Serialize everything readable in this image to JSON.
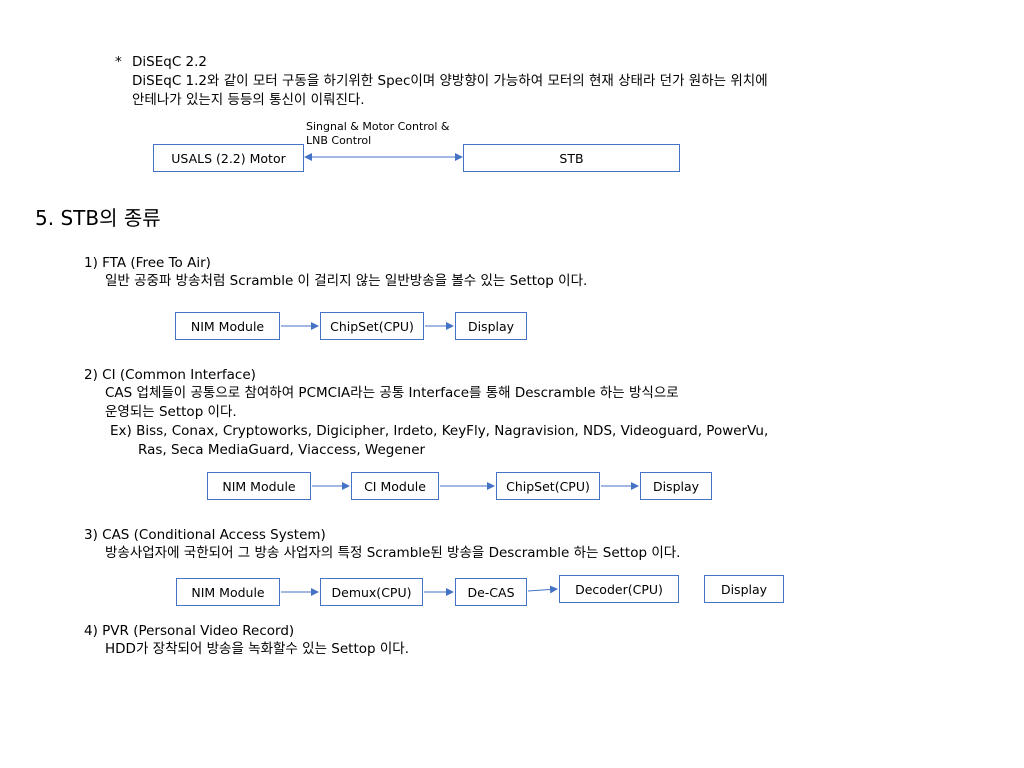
{
  "diseqc": {
    "bullet": "*",
    "heading": "DiSEqC 2.2",
    "desc_line1": "DiSEqC 1.2와 같이 모터 구동을 하기위한 Spec이며 양방향이 가능하여 모터의 현재 상태라 던가 원하는 위치에",
    "desc_line2": "안테나가 있는지 등등의 통신이 이뤄진다.",
    "arrow_label_line1": "Singnal & Motor Control &",
    "arrow_label_line2": "LNB Control",
    "box_motor": "USALS (2.2) Motor",
    "box_stb": "STB"
  },
  "section": {
    "title": "5. STB의 종류"
  },
  "fta": {
    "heading": "1) FTA (Free To Air)",
    "desc": "일반 공중파 방송처럼 Scramble 이 걸리지 않는 일반방송을 볼수 있는 Settop 이다.",
    "flow": [
      "NIM Module",
      "ChipSet(CPU)",
      "Display"
    ]
  },
  "ci": {
    "heading": "2) CI (Common Interface)",
    "desc_line1": "CAS 업체들이 공통으로 참여하여 PCMCIA라는 공통 Interface를 통해 Descramble 하는 방식으로",
    "desc_line2": "운영되는 Settop 이다.",
    "ex_line1": "Ex) Biss, Conax, Cryptoworks, Digicipher, Irdeto, KeyFly, Nagravision, NDS, Videoguard, PowerVu,",
    "ex_line2": "Ras, Seca MediaGuard, Viaccess, Wegener",
    "flow": [
      "NIM Module",
      "CI Module",
      "ChipSet(CPU)",
      "Display"
    ]
  },
  "cas": {
    "heading": "3) CAS (Conditional Access System)",
    "desc": "방송사업자에 국한되어 그 방송 사업자의 특정 Scramble된 방송을 Descramble 하는 Settop 이다.",
    "flow": [
      "NIM Module",
      "Demux(CPU)",
      "De-CAS",
      "Decoder(CPU)",
      "Display"
    ]
  },
  "pvr": {
    "heading": "4) PVR (Personal Video Record)",
    "desc": "HDD가 장착되어 방송을 녹화할수 있는 Settop 이다."
  },
  "colors": {
    "box_border": "#4472C4",
    "arrow": "#4472C4",
    "text": "#000000"
  }
}
